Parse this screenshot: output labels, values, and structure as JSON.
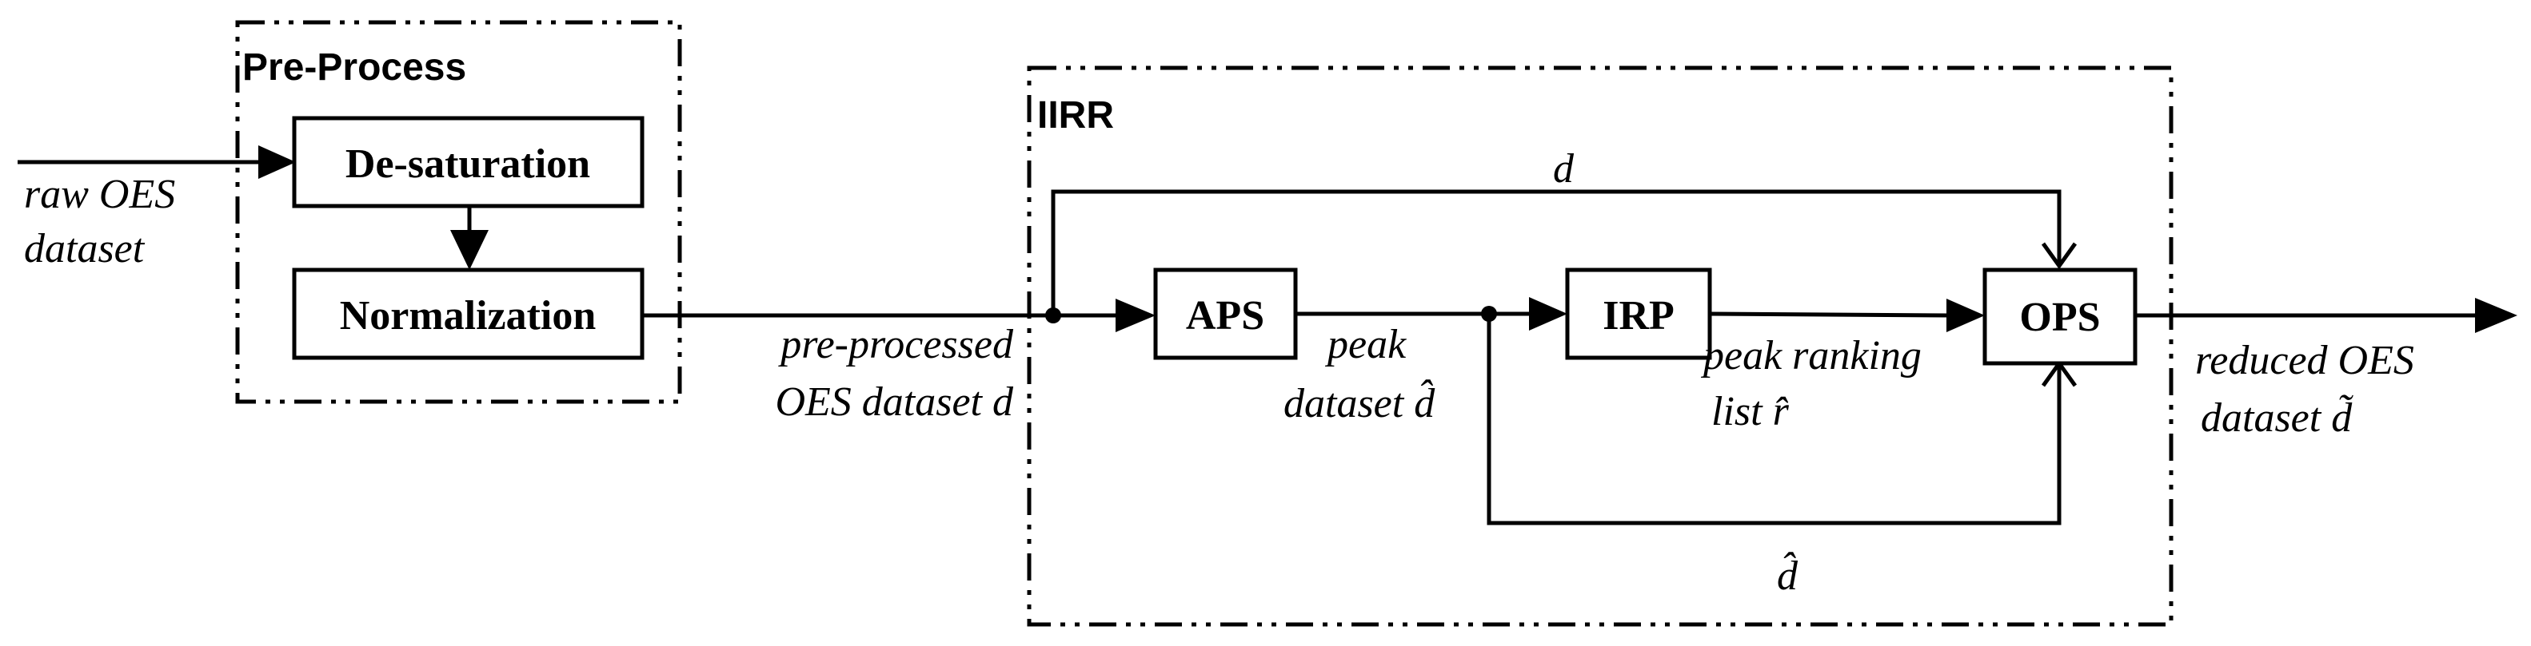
{
  "groups": {
    "preprocess": "Pre-Process",
    "iirr": "IIRR"
  },
  "blocks": {
    "desaturation": "De-saturation",
    "normalization": "Normalization",
    "aps": "APS",
    "irp": "IRP",
    "ops": "OPS"
  },
  "labels": {
    "raw_1": "raw OES",
    "raw_2": "dataset",
    "pre_1": "pre-processed",
    "pre_2": "OES dataset d",
    "d_top": "d",
    "peak_1": "peak",
    "peak_2": "dataset d̂",
    "rank_1": "peak ranking",
    "rank_2": "list r̂",
    "d_bottom": "d̂",
    "reduced_1": "reduced OES",
    "reduced_2": "dataset  d̃"
  }
}
